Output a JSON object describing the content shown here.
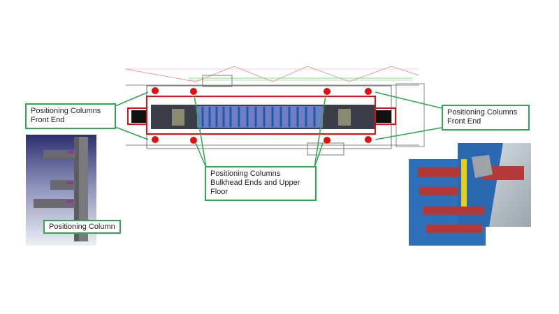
{
  "callouts": {
    "left_front": "Positioning Columns\nFront End",
    "right_front": "Positioning Columns\nFront End",
    "bulkhead": "Positioning Columns\nBulkhead Ends and Upper\nFloor",
    "single_column": "Positioning Column"
  },
  "colors": {
    "callout_border": "#2ea84f",
    "marker_red": "#e01010",
    "car_blue": "#2f6db5"
  }
}
